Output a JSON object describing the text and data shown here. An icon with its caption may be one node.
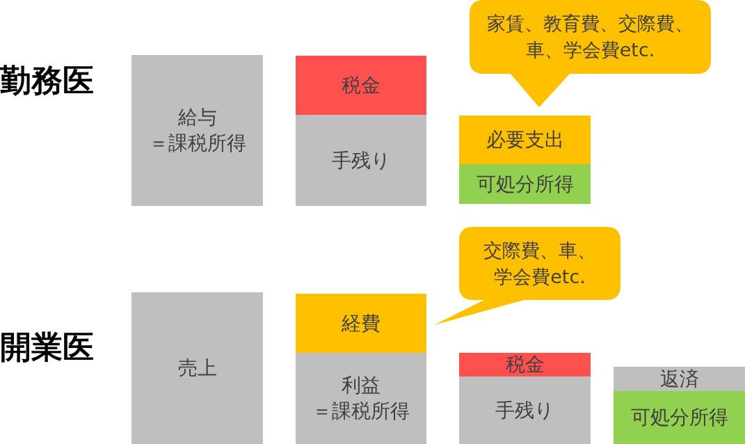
{
  "diagram": {
    "nodes": [
      {
        "text": [
          "給与＝課税所得"
        ]
      },
      {
        "text": [
          "税金"
        ]
      },
      {
        "text": [
          "手残り"
        ]
      },
      {
        "text": [
          "家賃、教育費、交際費、車、学会費etc."
        ]
      },
      {
        "text": [
          "必要支出"
        ]
      },
      {
        "text": [
          "可処分所得"
        ]
      },
      {
        "text": [
          "交際費、車、学会費etc."
        ]
      },
      {
        "text": [
          "売上"
        ]
      },
      {
        "text": [
          "経費"
        ]
      },
      {
        "text": [
          "利益＝課税所得"
        ]
      },
      {
        "text": [
          "税金"
        ]
      },
      {
        "text": [
          "手残り"
        ]
      },
      {
        "text": [
          "返済"
        ]
      },
      {
        "text": [
          "可処分所得"
        ]
      }
    ],
    "labels": [
      "勤務医",
      "開業医"
    ]
  }
}
